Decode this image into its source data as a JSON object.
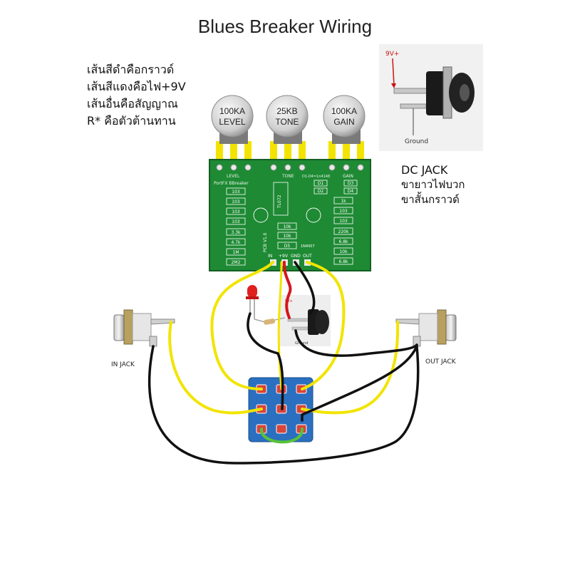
{
  "title": "Blues Breaker Wiring",
  "legend": [
    "เส้นสีดำคือกราวด์",
    "เส้นสีแดงคือไฟ+9V",
    "เส้นอื่นคือสัญญาณ",
    "R* คือตัวต้านทาน"
  ],
  "pots": [
    {
      "line1": "100KA",
      "line2": "LEVEL"
    },
    {
      "line1": "25KB",
      "line2": "TONE"
    },
    {
      "line1": "100KA",
      "line2": "GAIN"
    }
  ],
  "dc_jack": {
    "title": "DC JACK",
    "line1": "ขายาวไฟบวก",
    "line2": "ขาสั้นกราวด์",
    "photo_plus_label": "9V+",
    "photo_ground_label": "Ground",
    "small_ground_label": "Ground",
    "small_plus_label": "9V+"
  },
  "jacks": {
    "in": "IN JACK",
    "out": "OUT JACK"
  },
  "pcb": {
    "name": "PortFX BBreaker",
    "header_labels": [
      "LEVEL",
      "TONE",
      "GAIN"
    ],
    "diode_label": "D1-D4=1n4148",
    "version": "PCB V1.0",
    "chip": "TL072",
    "protect_diode": "1N4007",
    "pad_labels": [
      "IN",
      "+9V",
      "GND",
      "OUT"
    ],
    "left_components": [
      "103",
      "103",
      "103",
      "103",
      "3.3k",
      "4.7k",
      "1M",
      "2M2"
    ],
    "middle_components": [
      "10k",
      "10k",
      "D5"
    ],
    "right_components": [
      "1k",
      "103",
      "103",
      "220k",
      "6.8k",
      "10k",
      "6.8k"
    ],
    "diodes": [
      "D1",
      "D3",
      "D2",
      "D4"
    ]
  },
  "colors": {
    "pcb": "#1e8a34",
    "wire_yellow": "#f2e400",
    "wire_black": "#111111",
    "wire_red": "#d4161b",
    "wire_green": "#58c23a",
    "switch": "#2a6fc0",
    "switch_lug": "#d8453a"
  }
}
